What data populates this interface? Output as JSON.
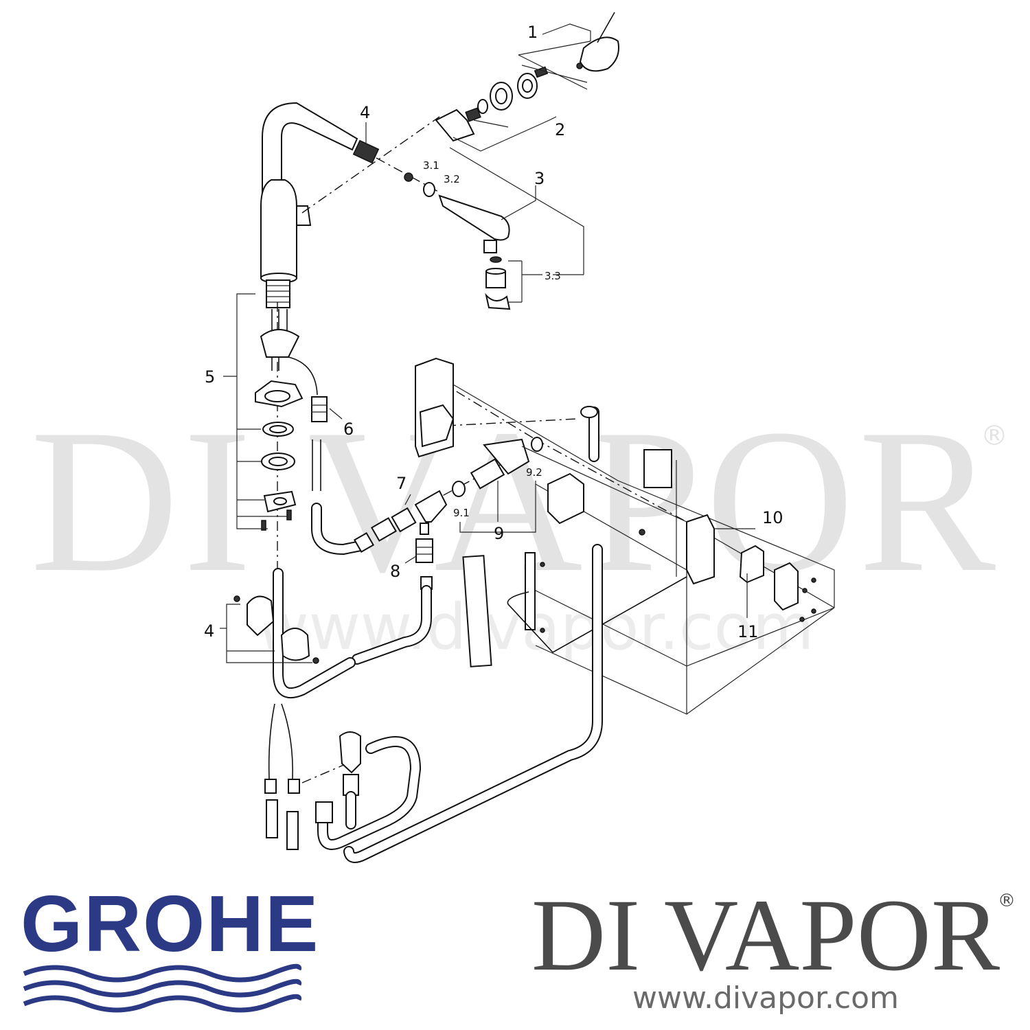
{
  "watermark": {
    "text": "DI VAPOR",
    "reg_mark": "®",
    "url": "www.divapor.com"
  },
  "labels": {
    "p1": "1",
    "p2": "2",
    "p3": "3",
    "p3_1": "3.1",
    "p3_2": "3.2",
    "p3_3": "3.3",
    "p4_top": "4",
    "p4_bottom": "4",
    "p5": "5",
    "p6": "6",
    "p7": "7",
    "p8": "8",
    "p9": "9",
    "p9_1": "9.1",
    "p9_2": "9.2",
    "p10": "10",
    "p11": "11"
  },
  "footer": {
    "brand_logo": "GROHE",
    "seller_logo": "DI VAPOR",
    "seller_reg": "®",
    "seller_url": "www.divapor.com"
  },
  "colors": {
    "brand_blue": "#2c3a86",
    "seller_gray": "#4b4b4b",
    "line": "#111111"
  }
}
